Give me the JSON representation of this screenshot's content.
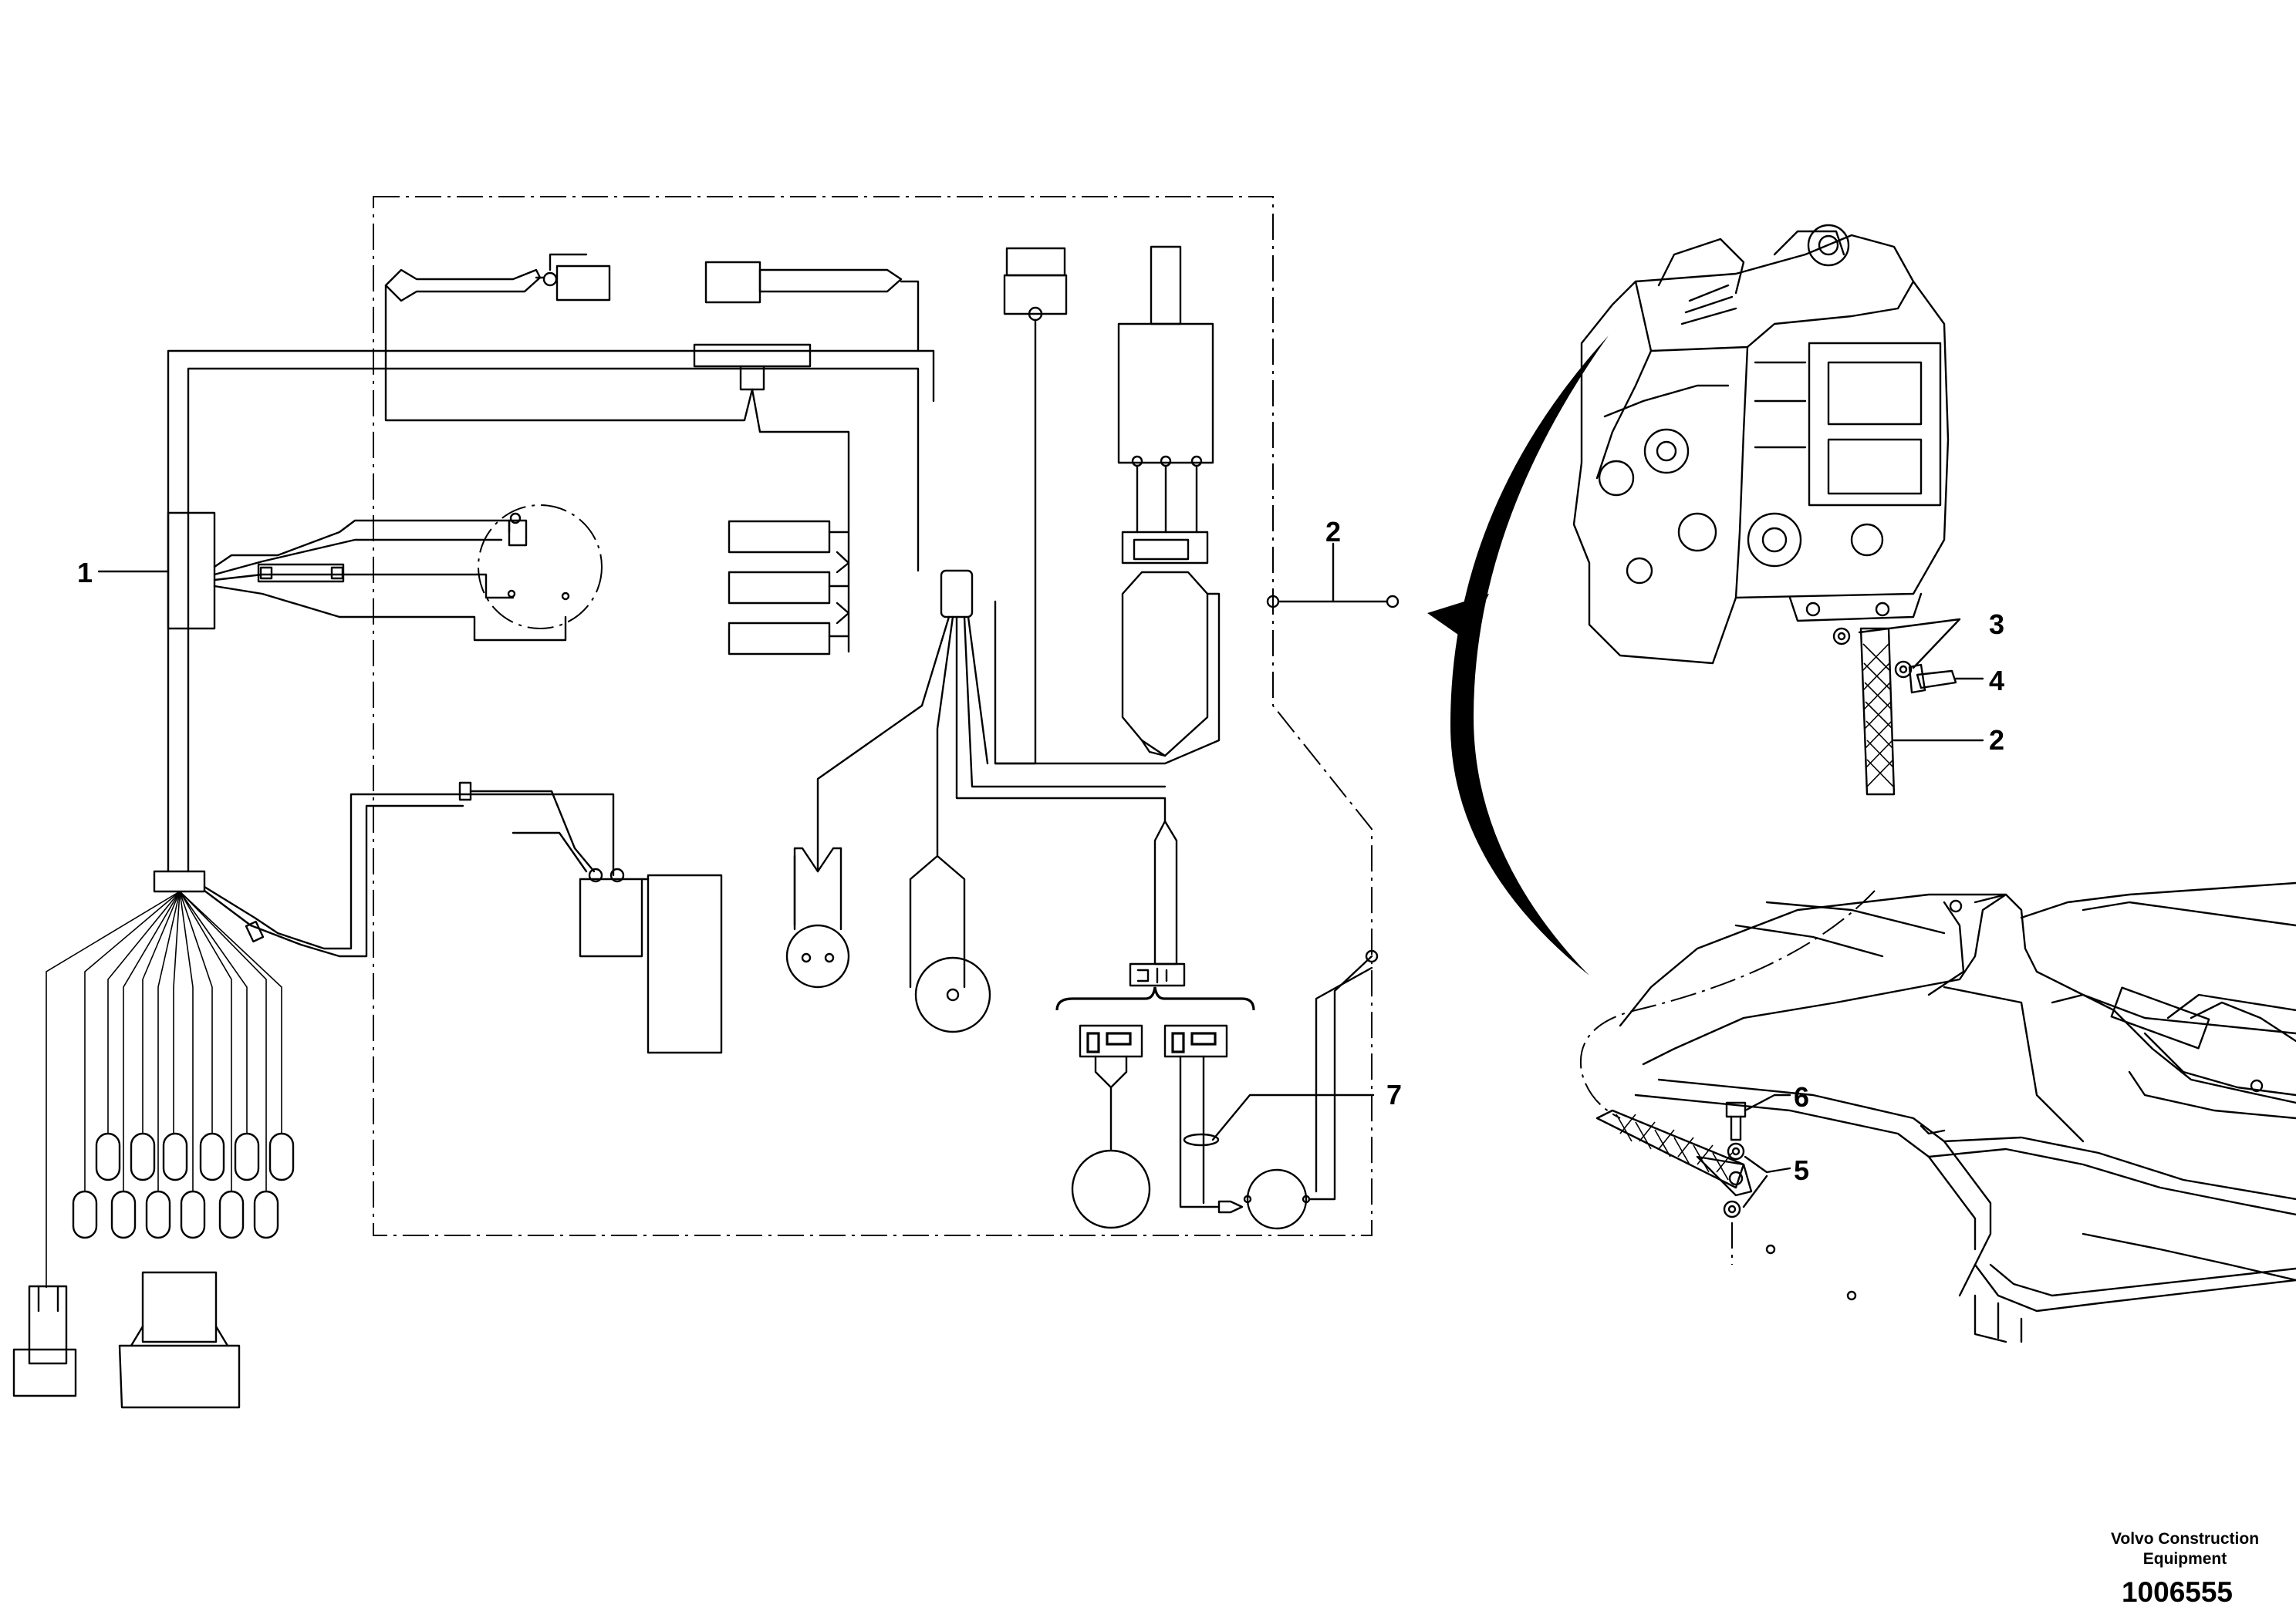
{
  "callouts": {
    "c1": "1",
    "c2_center": "2",
    "c2_right": "2",
    "c3": "3",
    "c4": "4",
    "c5": "5",
    "c6": "6",
    "c7": "7"
  },
  "footer": {
    "company_line1": "Volvo Construction",
    "company_line2": "Equipment",
    "drawing_number": "1006555"
  }
}
